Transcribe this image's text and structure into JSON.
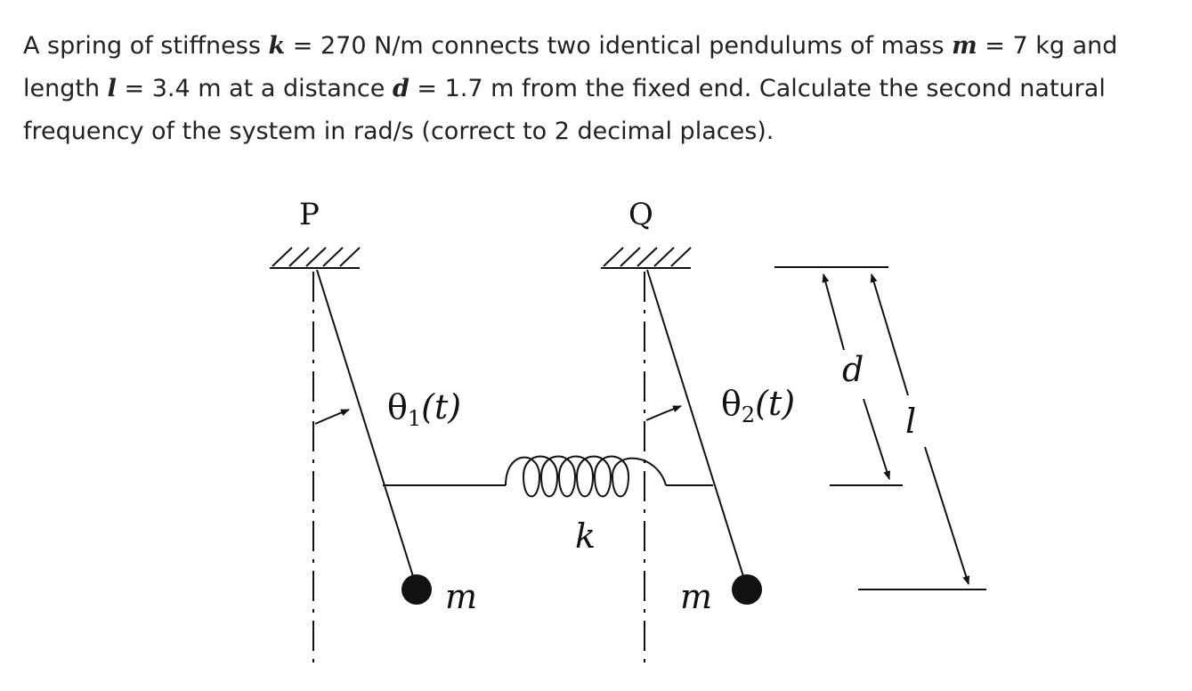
{
  "question": {
    "t1": "A spring of stiffness ",
    "k_sym": "k",
    "t2": " = 270 N/m connects two identical pendulums of mass ",
    "m_sym": "m",
    "t3": " = 7 kg and length ",
    "l_sym": "l",
    "t4": " = 3.4 m at a distance ",
    "d_sym": "d",
    "t5": " = 1.7 m from the fixed end. Calculate the second natural frequency of the system in rad/s (correct to 2 decimal places)."
  },
  "diagram": {
    "support_left": "P",
    "support_right": "Q",
    "theta1": "θ",
    "theta1_sub": "1",
    "theta1_arg": "(t)",
    "theta2": "θ",
    "theta2_sub": "2",
    "theta2_arg": "(t)",
    "spring": "k",
    "mass_left": "m",
    "mass_right": "m",
    "dim_d": "d",
    "dim_l": "l"
  }
}
